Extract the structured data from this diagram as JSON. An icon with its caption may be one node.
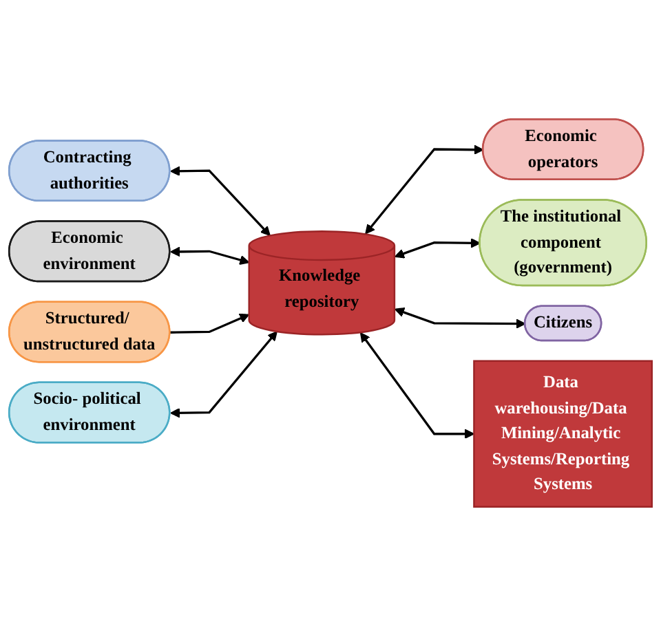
{
  "diagram": {
    "nodes": [
      {
        "text": [
          "Contracting authorities"
        ]
      },
      {
        "text": [
          "Economic environment"
        ]
      },
      {
        "text": [
          "Economic operators"
        ]
      },
      {
        "text": [
          "Knowledge repository"
        ]
      },
      {
        "text": [
          "Structured/ unstructured data"
        ]
      },
      {
        "text": [
          "The institutional component (government)"
        ]
      },
      {
        "text": [
          "Socio- political environment"
        ]
      },
      {
        "text": [
          "Citizens"
        ]
      },
      {
        "text": [
          "Data warehousing/Data Mining/Analytic Systems/Reporting Systems"
        ]
      }
    ],
    "edges": [
      {
        "from": 0,
        "to": 3,
        "arrow": "both"
      },
      {
        "from": 1,
        "to": 3,
        "arrow": "both"
      },
      {
        "from": 3,
        "to": 2,
        "arrow": "both"
      },
      {
        "from": 4,
        "to": 3,
        "arrow": "to"
      },
      {
        "from": 3,
        "to": 5,
        "arrow": "both"
      },
      {
        "from": 6,
        "to": 3,
        "arrow": "both"
      },
      {
        "from": 3,
        "to": 7,
        "arrow": "both"
      },
      {
        "from": 3,
        "to": 8,
        "arrow": "both"
      }
    ]
  }
}
